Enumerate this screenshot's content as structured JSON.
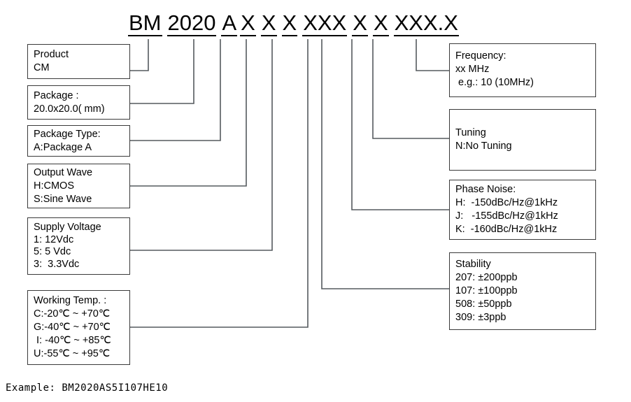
{
  "part_number": {
    "segments": [
      {
        "text": "BM",
        "gap_after": "wide"
      },
      {
        "text": "2020",
        "gap_after": "wide"
      },
      {
        "text": "A",
        "gap_after": "none"
      },
      {
        "text": "X",
        "gap_after": "wide"
      },
      {
        "text": "X",
        "gap_after": "wide"
      },
      {
        "text": "X",
        "gap_after": "wide"
      },
      {
        "text": "XXX",
        "gap_after": "wide"
      },
      {
        "text": "X",
        "gap_after": "wide"
      },
      {
        "text": "X",
        "gap_after": "wide"
      },
      {
        "text": "XXX.X",
        "gap_after": "none"
      }
    ]
  },
  "left_boxes": [
    {
      "name": "product",
      "lines": [
        "Product",
        "CM"
      ]
    },
    {
      "name": "package",
      "lines": [
        "Package :",
        "20.0x20.0( mm)"
      ]
    },
    {
      "name": "package-type",
      "lines": [
        "Package Type:",
        "A:Package A"
      ]
    },
    {
      "name": "output-wave",
      "lines": [
        "Output Wave",
        "H:CMOS",
        "S:Sine Wave"
      ]
    },
    {
      "name": "supply-voltage",
      "lines": [
        "Supply Voltage",
        "1: 12Vdc",
        "5: 5 Vdc",
        "3:  3.3Vdc"
      ]
    },
    {
      "name": "working-temp",
      "lines": [
        "Working Temp. :",
        "C:-20℃ ~ +70℃",
        "G:-40℃ ~ +70℃",
        " I: -40℃ ~ +85℃",
        "U:-55℃ ~ +95℃"
      ]
    }
  ],
  "right_boxes": [
    {
      "name": "frequency",
      "lines": [
        "Frequency:",
        "xx MHz",
        " e.g.: 10 (10MHz)"
      ]
    },
    {
      "name": "tuning",
      "lines": [
        "Tuning",
        "N:No Tuning"
      ]
    },
    {
      "name": "phase-noise",
      "lines": [
        "Phase Noise:",
        "H:  -150dBc/Hz@1kHz",
        "J:   -155dBc/Hz@1kHz",
        "K:  -160dBc/Hz@1kHz"
      ]
    },
    {
      "name": "stability",
      "lines": [
        "Stability",
        "207: ±200ppb",
        "107: ±100ppb",
        "508: ±50ppb",
        "309: ±3ppb"
      ]
    }
  ],
  "footer": {
    "example": "Example: BM2020AS5I107HE10"
  },
  "colors": {
    "box_border": "#3a3a3a",
    "wire": "#555a5e",
    "text": "#000000",
    "background": "#ffffff"
  }
}
